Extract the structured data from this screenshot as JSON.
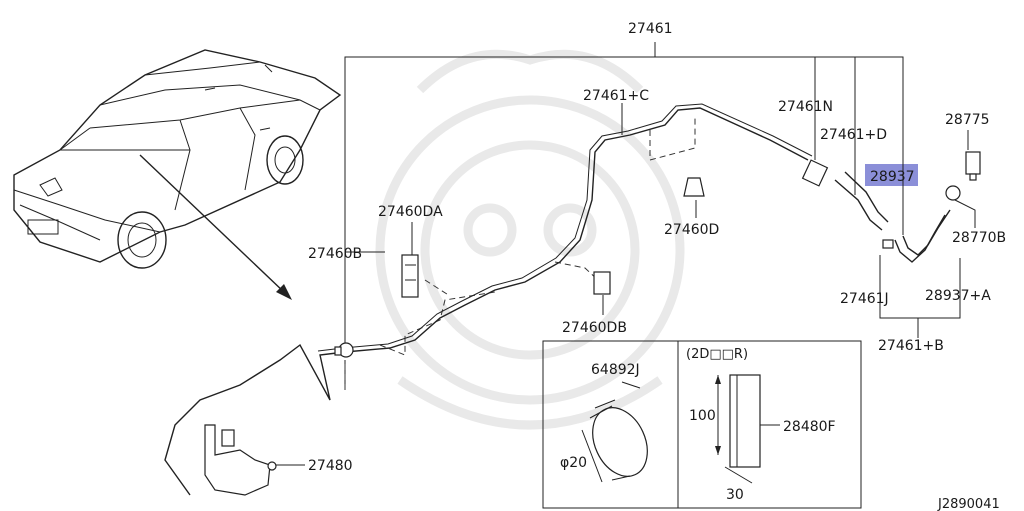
{
  "diagram": {
    "callouts": {
      "top": "27461",
      "c": "27461+C",
      "n": "27461N",
      "d": "27461+D",
      "highlight": "28937",
      "p28775": "28775",
      "p28770b": "28770B",
      "p27460da": "27460DA",
      "p27460d": "27460D",
      "p27460b": "27460B",
      "p27461j": "27461J",
      "p28937a": "28937+A",
      "p27460db": "27460DB",
      "p27461b": "27461+B",
      "p27480": "27480"
    },
    "inset": {
      "door_note": "(2D□□R)",
      "part_left": "64892J",
      "dia": "φ20",
      "dim_h": "100",
      "part_right": "28480F",
      "dim_w": "30"
    },
    "footer_code": "J2890041",
    "highlight_color": "#8b8fd8"
  }
}
